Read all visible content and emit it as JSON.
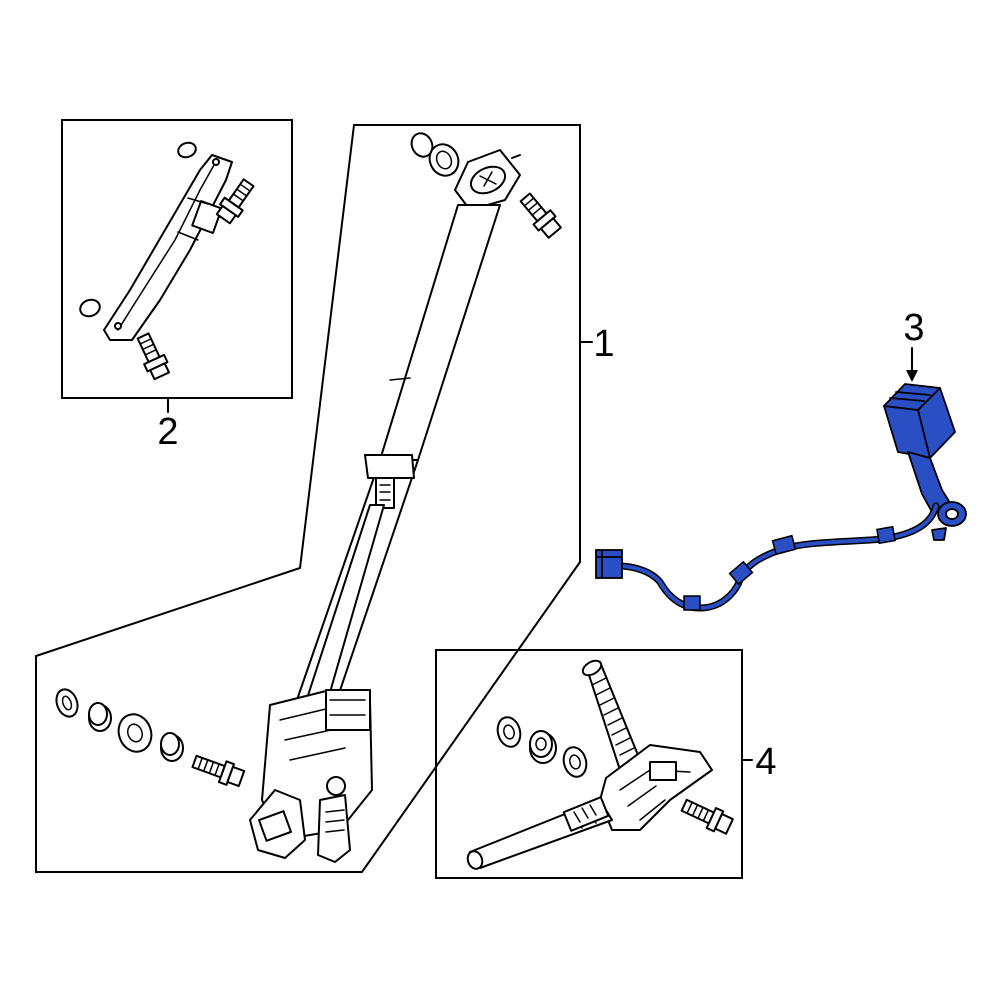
{
  "callouts": {
    "part_1": "1",
    "part_2": "2",
    "part_3": "3",
    "part_4": "4"
  },
  "colors": {
    "highlight_part": "#2a4fc4",
    "line": "#000000",
    "background": "#ffffff"
  }
}
